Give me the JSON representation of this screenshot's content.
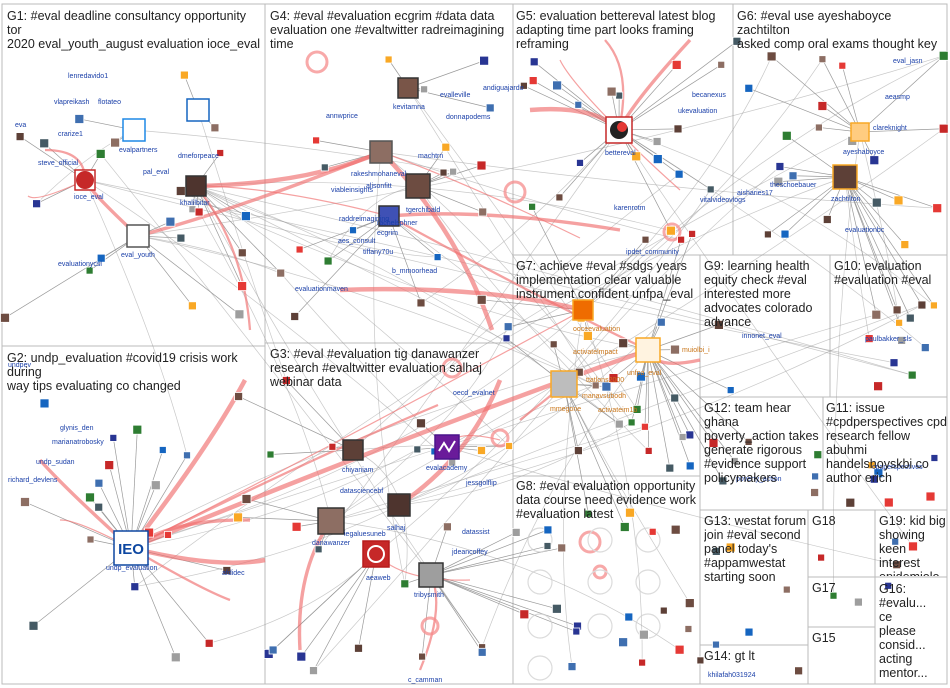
{
  "groups": [
    {
      "id": "G1",
      "title": "G1: #eval deadline consultancy opportunity tor\n2020 eval_youth_august evaluation ioce_eval"
    },
    {
      "id": "G2",
      "title": "G2: undp_evaluation #covid19 crisis work during\nway tips evaluating co changed"
    },
    {
      "id": "G3",
      "title": "G3: #eval #evaluation tig danawanzer\nresearch #evaltwitter evaluation salhaj\nwebinar data"
    },
    {
      "id": "G4",
      "title": "G4: #eval #evaluation ecgrim #data data\nevaluation one #evaltwitter radreimagining\ntime"
    },
    {
      "id": "G5",
      "title": "G5: evaluation bettereval latest blog\nadapting time part looks framing\nreframing"
    },
    {
      "id": "G6",
      "title": "G6: #eval use ayeshaboyce zachtilton\nasked comp oral exams thought key"
    },
    {
      "id": "G7",
      "title": "G7: achieve #eval #sdgs years\nimplementation clear valuable\ninstrument confident unfpa_eval"
    },
    {
      "id": "G8",
      "title": "G8: #eval evaluation opportunity\ndata course need evidence work\n#evaluation latest"
    },
    {
      "id": "G9",
      "title": "G9: learning health\nequity check #eval\ninterested more\nadvocates colorado\nadvance"
    },
    {
      "id": "G10",
      "title": "G10: evaluation\n#evaluation #eval"
    },
    {
      "id": "G11",
      "title": "G11: issue\n#cpdperspectives cpd\nresearch fellow\nabuhmi\nhandelshoyskbi co\nauthor erich"
    },
    {
      "id": "G12",
      "title": "G12: team hear ghana\npoverty_action takes\ngenerate rigorous\n#evidence support\npolicymakers"
    },
    {
      "id": "G13",
      "title": "G13: westat forum\njoin #eval second\npanel today's\n#appamwestat\nstarting soon"
    },
    {
      "id": "G14",
      "title": "G14: gt lt"
    },
    {
      "id": "G15",
      "title": "G15"
    },
    {
      "id": "G16",
      "title": "G16:\n#evalu...\nce\nplease\nconsid...\nacting\nmentor..."
    },
    {
      "id": "G17",
      "title": "G17"
    },
    {
      "id": "G18",
      "title": "G18"
    },
    {
      "id": "G19",
      "title": "G19: kid big\nshowing\nkeen\ninterest\nepidemiolo..."
    }
  ],
  "vertex_labels": {
    "g1": [
      "lenredavido1",
      "vlapreikash",
      "flotateo",
      "eva",
      "crarize1",
      "evalpartners",
      "dmeforpeace",
      "steve_official",
      "pal_eval",
      "ioce_eval",
      "khalilbitar",
      "eval_youth",
      "evaluationycsl"
    ],
    "g2": [
      "undpev",
      "glynis_den",
      "marianatrobosky",
      "undp_sudan",
      "richard_devlens",
      "undp_evaluation",
      "afdidec"
    ],
    "g3": [
      "oecd_evalnet",
      "chiyaniam",
      "datasciencebf",
      "evalacademy",
      "jessgolflip",
      "salhaj",
      "danawanzer",
      "iegaluesuneb",
      "datassist",
      "jdeancoffey",
      "aeaweb",
      "tribysmith",
      "c_camman"
    ],
    "g4": [
      "annwprice",
      "kevitamna",
      "evalleville",
      "andiguajardo",
      "donnapodems",
      "machtrn",
      "rakeshmohaneval",
      "viableinsights",
      "alisonfitt",
      "raddreimagining",
      "tgerchibald",
      "aes_consult",
      "ecgrim",
      "tiffany70u",
      "b_mmoorhead",
      "evaluationmaven",
      "rachelsphner"
    ],
    "g5": [
      "ukevaluation",
      "becanexus",
      "bettereval",
      "karenrotm",
      "vitalvideovlogs",
      "ipdet_community"
    ],
    "g6": [
      "eval_jasn",
      "aeasmp",
      "clareknight",
      "ayeshaboyce",
      "aisharies17",
      "theschoebauer",
      "zachtilton",
      "evaluationbc"
    ],
    "g7": [
      "ooceevaluation",
      "unfpa_eval",
      "activatelmpact",
      "ttatlons2000",
      "muiolbi_i",
      "mmegone",
      "manavsubodh",
      "activateim1b"
    ],
    "g9": [
      "innonet_eval"
    ],
    "g10": [
      "paulbakker_sls"
    ],
    "g12": [
      "poverty_action"
    ],
    "g11": [
      "cpdperspectives"
    ],
    "g14": [
      "khilafah031924"
    ]
  },
  "colors": {
    "edge": "#9a9a9a",
    "tie": "#f06e6e",
    "label": "#1a3fa8",
    "highlight": "#c9761a",
    "panel_border": "#bbbbbb"
  }
}
